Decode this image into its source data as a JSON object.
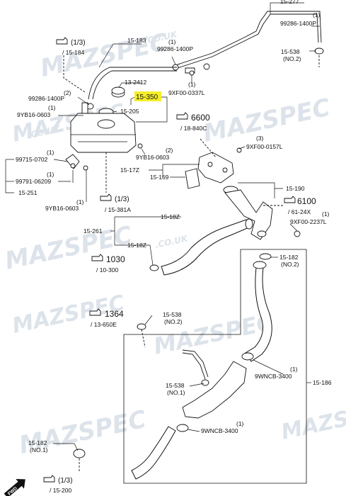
{
  "watermark": {
    "brand": "MAZSPEC",
    "domain": ".CO.UK"
  },
  "highlight_color": "#f5ee2a",
  "labels": {
    "p15277": "15-277",
    "p99286_top_qty": "(1)",
    "p99286_top": "99286-1400P",
    "p15538_top": "15-538",
    "p15538_top_no": "(NO.2)",
    "ref_1_3_top": "(1/3)",
    "ref_15184": "/ 15-184",
    "p15183": "15-183",
    "p99286_mid_qty": "(1)",
    "p99286_mid": "99286-1400P",
    "p13_2412": "13-2412",
    "p15350": "15-350",
    "p9xf00_0337_qty": "(1)",
    "p9xf00_0337": "9XF00-0337L",
    "p99286_left_qty": "(2)",
    "p99286_left": "99286-1400P",
    "p9yb16_left_qty": "(1)",
    "p9yb16_left": "9YB16-0603",
    "p15205": "15-205",
    "ref_6600": "6600",
    "ref_18840c": "/ 18-840C",
    "p9xf00_0157_qty": "(3)",
    "p9xf00_0157": "9XF00-0157L",
    "p99715_qty": "(1)",
    "p99715": "99715-0702",
    "p9yb16_mid_qty": "(2)",
    "p9yb16_mid": "9YB16-0603",
    "p15_17z": "15-17Z",
    "p15169": "15-169",
    "p99791_qty": "(1)",
    "p99791": "99791-06209",
    "p15190": "15-190",
    "p15251": "15-251",
    "ref_1_3_mid": "(1/3)",
    "ref_15381a": "/ 15-381A",
    "p9yb16_low_qty": "(1)",
    "p9yb16_low": "9YB16-0603",
    "ref_6100": "6100",
    "ref_6124x": "/ 61-24X",
    "p9xf00_2237_qty": "(1)",
    "p9xf00_2237": "9XF00-2237L",
    "p15_18z_top": "15-18Z",
    "p15261": "15-261",
    "p15_18z_low": "15-18Z",
    "p15182_top": "15-182",
    "p15182_top_no": "(NO.2)",
    "ref_1030": "1030",
    "ref_10300": "/ 10-300",
    "ref_1364": "1364",
    "ref_13650e": "/ 13-650E",
    "p15538_mid": "15-538",
    "p15538_mid_no": "(NO.2)",
    "p9wncb_top_qty": "(1)",
    "p9wncb_top": "9WNCB-3400",
    "p15186": "15-186",
    "p15538_low": "15-538",
    "p15538_low_no": "(NO.1)",
    "p9wncb_low_qty": "(1)",
    "p9wncb_low": "9WNCB-3400",
    "p15182_low": "15-182",
    "p15182_low_no": "(NO.1)",
    "ref_1_3_low": "(1/3)",
    "ref_15200": "/ 15-200",
    "fwd": "FWD"
  }
}
